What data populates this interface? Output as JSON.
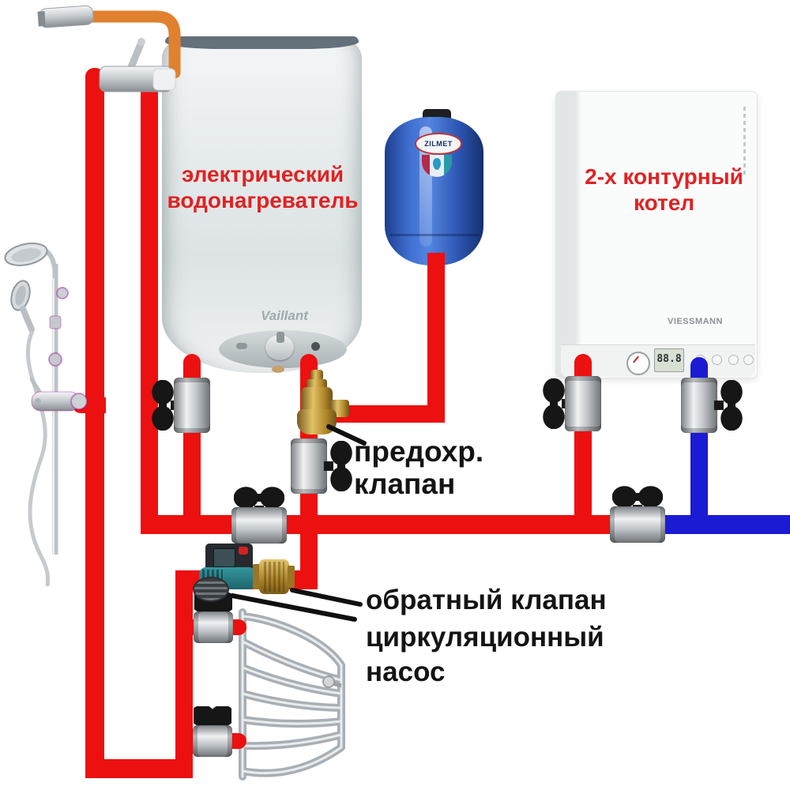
{
  "labels": {
    "water_heater": {
      "line1": "электрический",
      "line2": "водонагреватель"
    },
    "boiler": {
      "line1": "2-х контурный",
      "line2": "котел"
    },
    "safety_valve": {
      "line1": "предохр.",
      "line2": "клапан"
    },
    "check_valve": "обратный клапан",
    "circulation_pump": {
      "line1": "циркуляционный",
      "line2": "насос"
    }
  },
  "equipment": {
    "water_heater_brand": "Vaillant",
    "expansion_tank_brand": "ZILMET",
    "boiler_brand": "VIESSMANN",
    "boiler_display_value": "88.8"
  },
  "colors": {
    "pipe_red": "#ec1010",
    "pipe_blue": "#1b1bd4",
    "faucet_pipe_orange": "#e0812f",
    "label_red": "#e02222",
    "label_black": "#141414",
    "tank_blue": "#2f62c4",
    "brass": "#c49a3e",
    "pump_teal": "#2a8086"
  }
}
